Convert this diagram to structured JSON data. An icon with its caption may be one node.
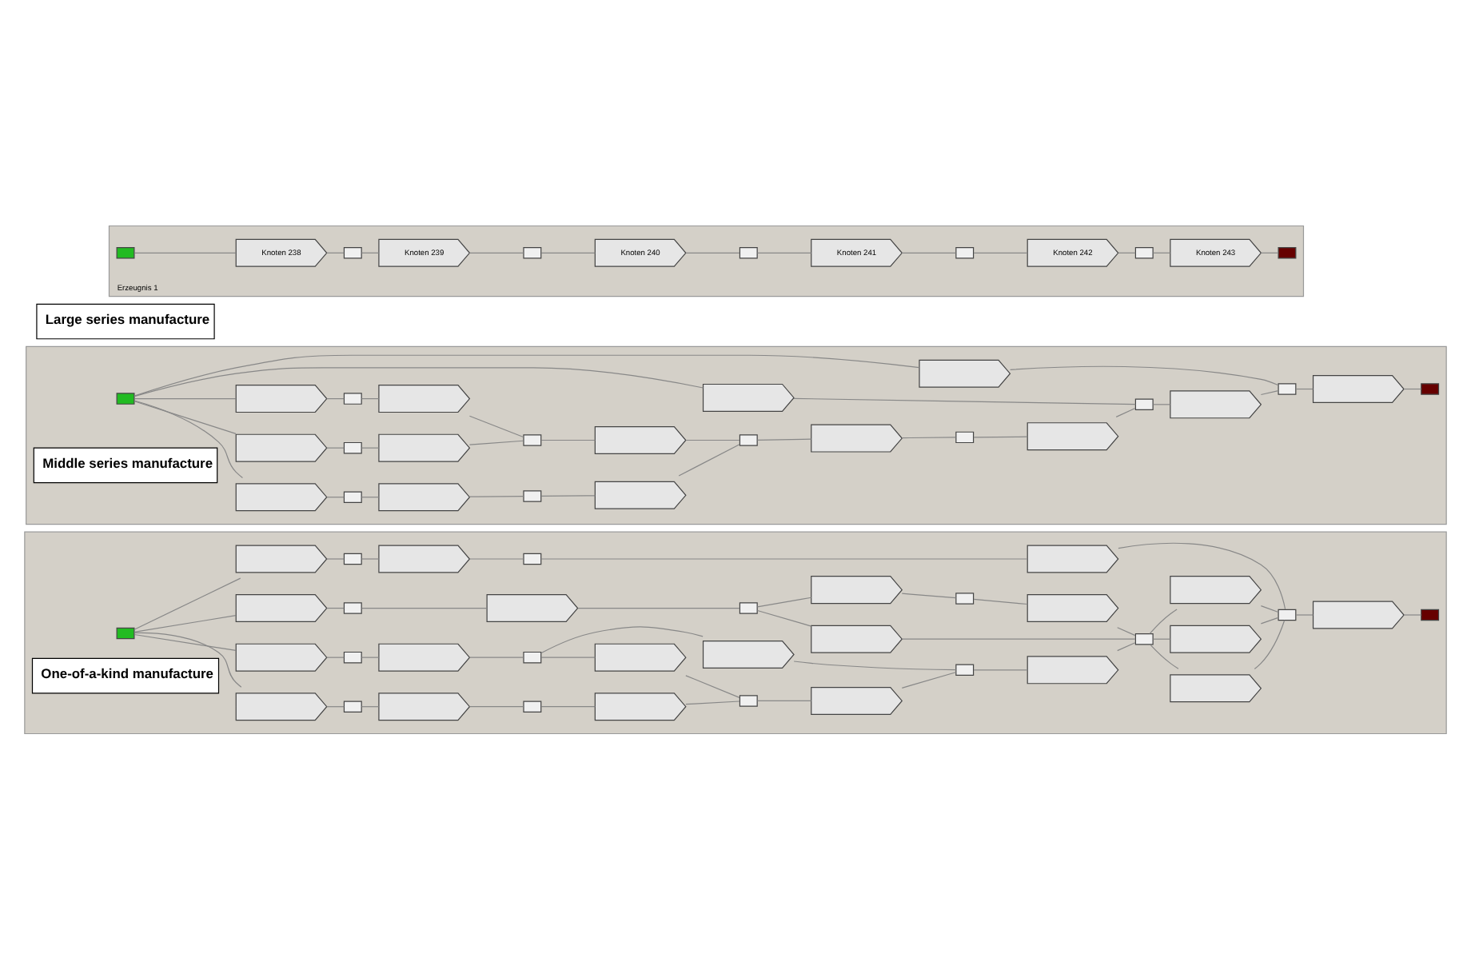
{
  "diagram": {
    "nodes": [
      {
        "text": [
          "Erzeugnis 1"
        ]
      },
      {
        "text": [],
        "shape": "box",
        "in": 0
      },
      {
        "text": [
          "Knoten 238"
        ],
        "in": 0
      },
      {
        "text": [],
        "shape": "box",
        "in": 0
      },
      {
        "text": [
          "Knoten 239"
        ],
        "in": 0
      },
      {
        "text": [],
        "shape": "box",
        "in": 0
      },
      {
        "text": [
          "Knoten 240"
        ],
        "in": 0
      },
      {
        "text": [],
        "shape": "box",
        "in": 0
      },
      {
        "text": [
          "Knoten 241"
        ],
        "in": 0
      },
      {
        "text": [],
        "shape": "box",
        "in": 0
      },
      {
        "text": [
          "Knoten 242"
        ],
        "in": 0
      },
      {
        "text": [],
        "shape": "box",
        "in": 0
      },
      {
        "text": [
          "Knoten 243"
        ],
        "in": 0
      },
      {
        "text": [],
        "shape": "box",
        "in": 0
      },
      {
        "text": [
          "Large series manufacture"
        ]
      },
      {
        "text": [],
        "shape": "box"
      },
      {
        "text": [],
        "shape": "box",
        "in": 15
      },
      {
        "text": [],
        "shape": "pentagon",
        "in": 15
      },
      {
        "text": [],
        "shape": "box",
        "in": 15
      },
      {
        "text": [],
        "shape": "pentagon",
        "in": 15
      },
      {
        "text": [],
        "shape": "box",
        "in": 15
      },
      {
        "text": [],
        "shape": "pentagon",
        "in": 15
      },
      {
        "text": [],
        "shape": "box",
        "in": 15
      },
      {
        "text": [],
        "shape": "pentagon",
        "in": 15
      },
      {
        "text": [],
        "shape": "box",
        "in": 15
      },
      {
        "text": [],
        "shape": "pentagon",
        "in": 15
      },
      {
        "text": [],
        "shape": "box",
        "in": 15
      },
      {
        "text": [],
        "shape": "pentagon",
        "in": 15
      },
      {
        "text": [],
        "shape": "box",
        "in": 15
      },
      {
        "text": [],
        "shape": "pentagon",
        "in": 15
      },
      {
        "text": [],
        "shape": "box",
        "in": 15
      },
      {
        "text": [],
        "shape": "pentagon",
        "in": 15
      },
      {
        "text": [],
        "shape": "box",
        "in": 15
      },
      {
        "text": [],
        "shape": "pentagon",
        "in": 15
      },
      {
        "text": [],
        "shape": "box",
        "in": 15
      },
      {
        "text": [],
        "shape": "pentagon",
        "in": 15
      },
      {
        "text": [],
        "shape": "pentagon",
        "in": 15
      },
      {
        "text": [],
        "shape": "box",
        "in": 15
      },
      {
        "text": [],
        "shape": "pentagon",
        "in": 15
      },
      {
        "text": [],
        "shape": "pentagon",
        "in": 15
      },
      {
        "text": [],
        "shape": "pentagon",
        "in": 15
      },
      {
        "text": [
          "Middle series manufacture"
        ],
        "in": 15
      },
      {
        "text": [],
        "shape": "box"
      },
      {
        "text": [],
        "shape": "box",
        "in": 42
      },
      {
        "text": [],
        "shape": "pentagon",
        "in": 42
      },
      {
        "text": [],
        "shape": "box",
        "in": 42
      },
      {
        "text": [],
        "shape": "pentagon",
        "in": 42
      },
      {
        "text": [],
        "shape": "box",
        "in": 42
      },
      {
        "text": [],
        "shape": "pentagon",
        "in": 42
      },
      {
        "text": [],
        "shape": "box",
        "in": 42
      },
      {
        "text": [],
        "shape": "pentagon",
        "in": 42
      },
      {
        "text": [],
        "shape": "box",
        "in": 42
      },
      {
        "text": [],
        "shape": "pentagon",
        "in": 42
      },
      {
        "text": [],
        "shape": "box",
        "in": 42
      },
      {
        "text": [],
        "shape": "pentagon",
        "in": 42
      },
      {
        "text": [],
        "shape": "box",
        "in": 42
      },
      {
        "text": [],
        "shape": "pentagon",
        "in": 42
      },
      {
        "text": [],
        "shape": "box",
        "in": 42
      },
      {
        "text": [],
        "shape": "pentagon",
        "in": 42
      },
      {
        "text": [],
        "shape": "box",
        "in": 42
      },
      {
        "text": [],
        "shape": "pentagon",
        "in": 42
      },
      {
        "text": [],
        "shape": "box",
        "in": 42
      },
      {
        "text": [],
        "shape": "pentagon",
        "in": 42
      },
      {
        "text": [],
        "shape": "pentagon",
        "in": 42
      },
      {
        "text": [],
        "shape": "pentagon",
        "in": 42
      },
      {
        "text": [],
        "shape": "pentagon",
        "in": 42
      },
      {
        "text": [],
        "shape": "pentagon",
        "in": 42
      },
      {
        "text": [],
        "shape": "box",
        "in": 42
      },
      {
        "text": [],
        "shape": "pentagon",
        "in": 42
      },
      {
        "text": [],
        "shape": "box",
        "in": 42
      },
      {
        "text": [],
        "shape": "pentagon",
        "in": 42
      },
      {
        "text": [],
        "shape": "pentagon",
        "in": 42
      },
      {
        "text": [],
        "shape": "box",
        "in": 42
      },
      {
        "text": [],
        "shape": "pentagon",
        "in": 42
      },
      {
        "text": [],
        "shape": "pentagon",
        "in": 42
      },
      {
        "text": [],
        "shape": "box",
        "in": 42
      },
      {
        "text": [],
        "shape": "pentagon",
        "in": 42
      },
      {
        "text": [],
        "shape": "box",
        "in": 42
      },
      {
        "text": [],
        "shape": "pentagon",
        "in": 42
      },
      {
        "text": [
          "One-of-a-kind manufacture"
        ],
        "in": 42
      }
    ],
    "edges": [
      {
        "from": 1,
        "to": 2,
        "arrow": "none"
      },
      {
        "from": 2,
        "to": 3,
        "arrow": "none"
      },
      {
        "from": 3,
        "to": 4,
        "arrow": "none"
      },
      {
        "from": 4,
        "to": 5,
        "arrow": "none"
      },
      {
        "from": 5,
        "to": 6,
        "arrow": "none"
      },
      {
        "from": 6,
        "to": 7,
        "arrow": "none"
      },
      {
        "from": 7,
        "to": 8,
        "arrow": "none"
      },
      {
        "from": 8,
        "to": 9,
        "arrow": "none"
      },
      {
        "from": 9,
        "to": 10,
        "arrow": "none"
      },
      {
        "from": 10,
        "to": 11,
        "arrow": "none"
      },
      {
        "from": 11,
        "to": 12,
        "arrow": "none"
      },
      {
        "from": 12,
        "to": 13,
        "arrow": "none"
      },
      {
        "from": 16,
        "to": 17,
        "arrow": "none"
      },
      {
        "from": 17,
        "to": 18,
        "arrow": "none"
      },
      {
        "from": 18,
        "to": 19,
        "arrow": "none"
      },
      {
        "from": 19,
        "to": 20,
        "arrow": "none"
      },
      {
        "from": 20,
        "to": 21,
        "arrow": "none"
      },
      {
        "from": 21,
        "to": 22,
        "arrow": "none"
      },
      {
        "from": 22,
        "to": 23,
        "arrow": "none"
      },
      {
        "from": 23,
        "to": 24,
        "arrow": "none"
      },
      {
        "from": 24,
        "to": 25,
        "arrow": "none"
      },
      {
        "from": 25,
        "to": 26,
        "arrow": "none"
      },
      {
        "from": 26,
        "to": 27,
        "arrow": "none"
      },
      {
        "from": 27,
        "to": 28,
        "arrow": "none"
      },
      {
        "from": 28,
        "to": 29,
        "arrow": "none"
      },
      {
        "from": 29,
        "to": 30,
        "arrow": "none"
      },
      {
        "from": 16,
        "to": 31,
        "arrow": "none"
      },
      {
        "from": 31,
        "to": 32,
        "arrow": "none"
      },
      {
        "from": 32,
        "to": 33,
        "arrow": "none"
      },
      {
        "from": 33,
        "to": 34,
        "arrow": "none"
      },
      {
        "from": 34,
        "to": 35,
        "arrow": "none"
      },
      {
        "from": 35,
        "to": 22,
        "arrow": "none"
      },
      {
        "from": 16,
        "to": 36,
        "arrow": "none"
      },
      {
        "from": 36,
        "to": 37,
        "arrow": "none"
      },
      {
        "from": 37,
        "to": 38,
        "arrow": "none"
      },
      {
        "from": 38,
        "to": 34,
        "arrow": "none"
      },
      {
        "from": 16,
        "to": 39,
        "arrow": "none"
      },
      {
        "from": 39,
        "to": 26,
        "arrow": "none"
      },
      {
        "from": 16,
        "to": 40,
        "arrow": "none"
      },
      {
        "from": 40,
        "to": 28,
        "arrow": "none"
      },
      {
        "from": 43,
        "to": 44,
        "arrow": "none"
      },
      {
        "from": 44,
        "to": 45,
        "arrow": "none"
      },
      {
        "from": 45,
        "to": 46,
        "arrow": "none"
      },
      {
        "from": 46,
        "to": 47,
        "arrow": "none"
      },
      {
        "from": 47,
        "to": 48,
        "arrow": "none"
      },
      {
        "from": 48,
        "to": 49,
        "arrow": "none"
      },
      {
        "from": 49,
        "to": 50,
        "arrow": "none"
      },
      {
        "from": 50,
        "to": 51,
        "arrow": "none"
      },
      {
        "from": 51,
        "to": 52,
        "arrow": "none"
      },
      {
        "from": 52,
        "to": 53,
        "arrow": "none"
      },
      {
        "from": 53,
        "to": 54,
        "arrow": "none"
      },
      {
        "from": 54,
        "to": 55,
        "arrow": "none"
      },
      {
        "from": 55,
        "to": 56,
        "arrow": "none"
      },
      {
        "from": 56,
        "to": 57,
        "arrow": "none"
      },
      {
        "from": 43,
        "to": 58,
        "arrow": "none"
      },
      {
        "from": 58,
        "to": 59,
        "arrow": "none"
      },
      {
        "from": 59,
        "to": 60,
        "arrow": "none"
      },
      {
        "from": 60,
        "to": 61,
        "arrow": "none"
      },
      {
        "from": 61,
        "to": 62,
        "arrow": "none"
      },
      {
        "from": 62,
        "to": 49,
        "arrow": "none"
      },
      {
        "from": 61,
        "to": 63,
        "arrow": "none"
      },
      {
        "from": 63,
        "to": 51,
        "arrow": "none"
      },
      {
        "from": 53,
        "to": 64,
        "arrow": "none"
      },
      {
        "from": 53,
        "to": 65,
        "arrow": "none"
      },
      {
        "from": 64,
        "to": 55,
        "arrow": "none"
      },
      {
        "from": 65,
        "to": 55,
        "arrow": "none"
      },
      {
        "from": 43,
        "to": 66,
        "arrow": "none"
      },
      {
        "from": 66,
        "to": 67,
        "arrow": "none"
      },
      {
        "from": 67,
        "to": 68,
        "arrow": "none"
      },
      {
        "from": 68,
        "to": 69,
        "arrow": "none"
      },
      {
        "from": 69,
        "to": 70,
        "arrow": "none"
      },
      {
        "from": 70,
        "to": 53,
        "arrow": "none"
      },
      {
        "from": 69,
        "to": 71,
        "arrow": "none"
      },
      {
        "from": 71,
        "to": 72,
        "arrow": "none"
      },
      {
        "from": 72,
        "to": 73,
        "arrow": "none"
      },
      {
        "from": 73,
        "to": 53,
        "arrow": "none"
      },
      {
        "from": 43,
        "to": 74,
        "arrow": "none"
      },
      {
        "from": 74,
        "to": 75,
        "arrow": "none"
      },
      {
        "from": 75,
        "to": 76,
        "arrow": "none"
      },
      {
        "from": 76,
        "to": 77,
        "arrow": "none"
      },
      {
        "from": 77,
        "to": 78,
        "arrow": "none"
      },
      {
        "from": 78,
        "to": 55,
        "arrow": "none"
      }
    ]
  }
}
